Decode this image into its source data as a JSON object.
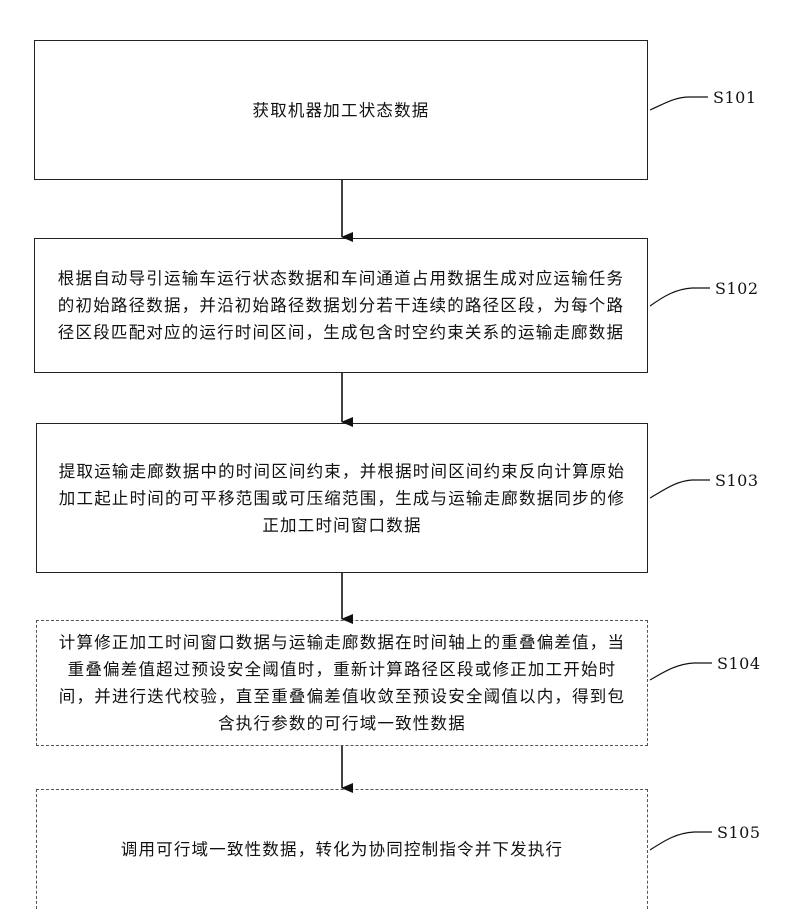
{
  "steps": [
    {
      "id": "S101",
      "text": "获取机器加工状态数据"
    },
    {
      "id": "S102",
      "text": "根据自动导引运输车运行状态数据和车间通道占用数据生成对应运输任务的初始路径数据，并沿初始路径数据划分若干连续的路径区段，为每个路径区段匹配对应的运行时间区间，生成包含时空约束关系的运输走廊数据"
    },
    {
      "id": "S103",
      "text": "提取运输走廊数据中的时间区间约束，并根据时间区间约束反向计算原始加工起止时间的可平移范围或可压缩范围，生成与运输走廊数据同步的修正加工时间窗口数据"
    },
    {
      "id": "S104",
      "text": "计算修正加工时间窗口数据与运输走廊数据在时间轴上的重叠偏差值，当重叠偏差值超过预设安全阈值时，重新计算路径区段或修正加工开始时间，并进行迭代校验，直至重叠偏差值收敛至预设安全阈值以内，得到包含执行参数的可行域一致性数据"
    },
    {
      "id": "S105",
      "text": "调用可行域一致性数据，转化为协同控制指令并下发执行"
    }
  ]
}
